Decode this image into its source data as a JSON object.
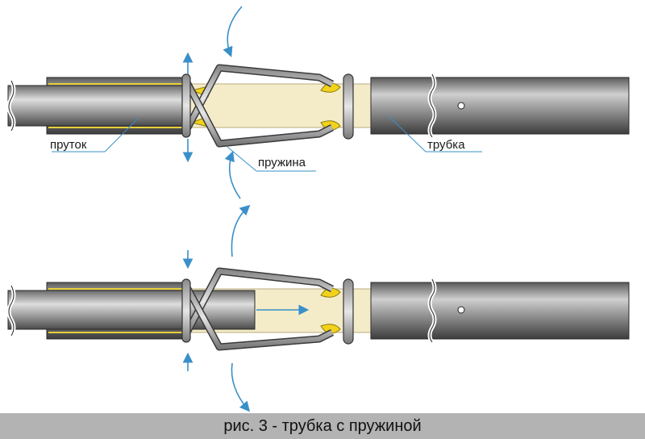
{
  "labels": {
    "rod": "пруток",
    "spring": "пружина",
    "tube": "трубка"
  },
  "caption": "рис. 3 - трубка с пружиной",
  "colors": {
    "metal_light": "#c9c9c9",
    "metal_dark": "#4a4a4a",
    "insert": "#f4ecc8",
    "spring_accent": "#f2d21a",
    "arrow": "#3a8fc9",
    "caption_bg": "#b3b3b3"
  }
}
